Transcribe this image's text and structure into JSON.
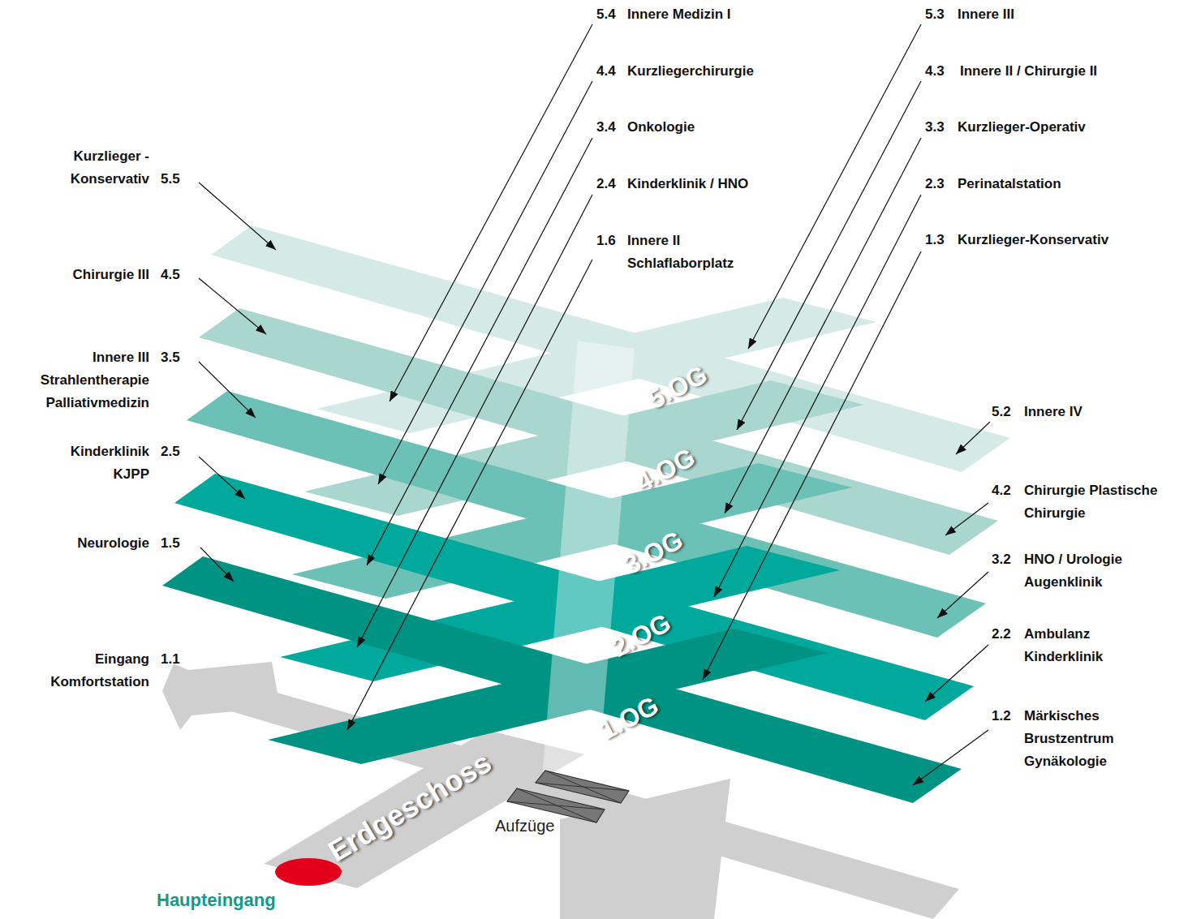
{
  "diagram": {
    "nodes": [
      {
        "text": [
          "5.OG"
        ]
      },
      {
        "text": [
          "4.OG"
        ]
      },
      {
        "text": [
          "3.OG"
        ]
      },
      {
        "text": [
          "2.OG"
        ]
      },
      {
        "text": [
          "1.OG"
        ]
      },
      {
        "text": [
          "Erdgeschoss"
        ]
      }
    ],
    "labels": [
      "5.4",
      "Innere Medizin I",
      "5.3",
      "Innere III",
      "4.4",
      "Kurzliegerchirurgie",
      "4.3",
      "Innere II / Chirurgie II",
      "3.4",
      "Onkologie",
      "3.3",
      "Kurzlieger-Operativ",
      "Kurzlieger -Konservativ",
      "5.5",
      "2.4",
      "Kinderklinik / HNO",
      "2.3",
      "Perinatalstation",
      "1.6",
      "Innere II Schlaflaborplatz",
      "1.3",
      "Kurzlieger-Konservativ",
      "Chirurgie III",
      "4.5",
      "Innere III Strahlentherapie Palliativmedizin",
      "3.5",
      "5.2",
      "Innere IV",
      "Kinderklinik KJPP",
      "2.5",
      "4.2",
      "Chirurgie Plastische Chirurgie",
      "Neurologie",
      "1.5",
      "3.2",
      "HNO / Urologie Augenklinik",
      "2.2",
      "Ambulanz Kinderklinik",
      "Eingang Komfortstation",
      "1.1",
      "1.2",
      "Märkisches Brustzentrum Gynäkologie",
      "Aufzüge",
      "Haupteingang"
    ]
  }
}
